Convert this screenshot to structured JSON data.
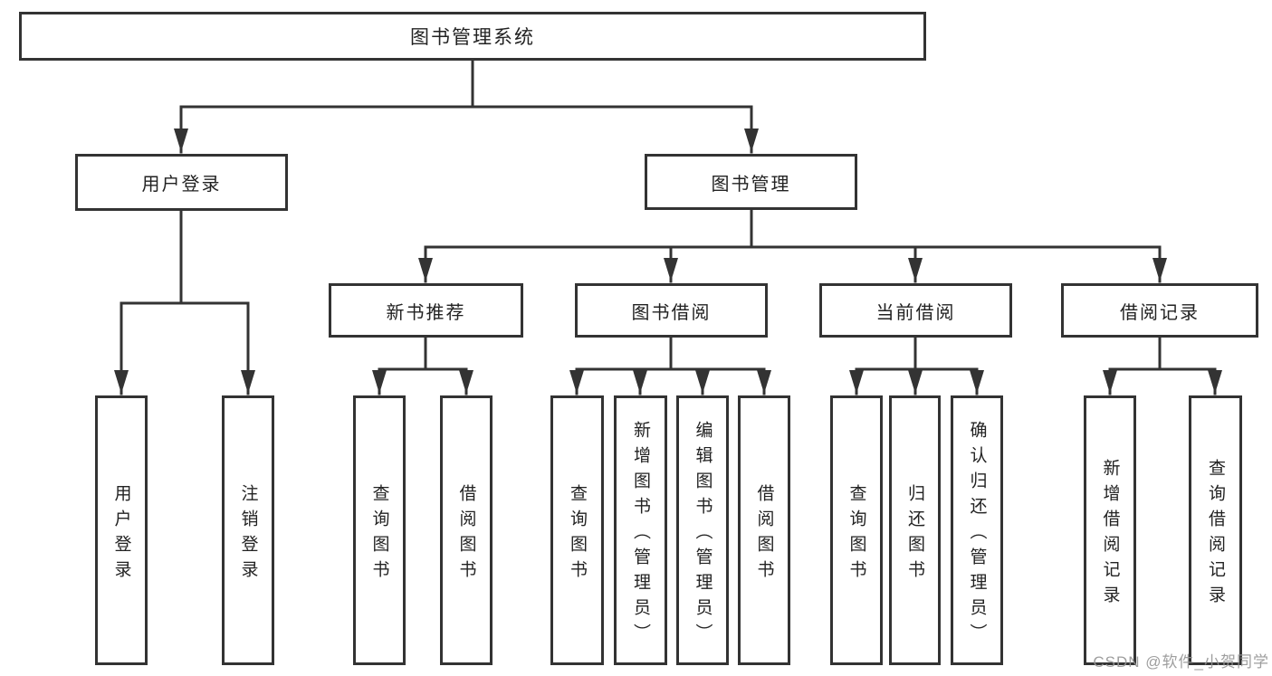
{
  "diagram": {
    "root": {
      "label": "图书管理系统"
    },
    "level2": {
      "user_login": "用户登录",
      "book_management": "图书管理"
    },
    "level3": {
      "new_book_recommend": "新书推荐",
      "book_borrowing": "图书借阅",
      "current_borrowing": "当前借阅",
      "borrowing_records": "借阅记录"
    },
    "leaves": {
      "user_login_leaf": "用户登录",
      "logout": "注销登录",
      "rec_query_books": "查询图书",
      "rec_borrow_books": "借阅图书",
      "bor_query_books": "查询图书",
      "bor_add_books": "新增图书（管理员）",
      "bor_edit_books": "编辑图书（管理员）",
      "bor_borrow_books": "借阅图书",
      "cur_query_books": "查询图书",
      "cur_return_books": "归还图书",
      "cur_confirm_return": "确认归还（管理员）",
      "his_add_record": "新增借阅记录",
      "his_query_record": "查询借阅记录"
    },
    "watermark": "CSDN @软件_小贺同学",
    "colors": {
      "line": "#333333",
      "text": "#222222",
      "watermark": "#949494",
      "background": "#ffffff"
    }
  }
}
